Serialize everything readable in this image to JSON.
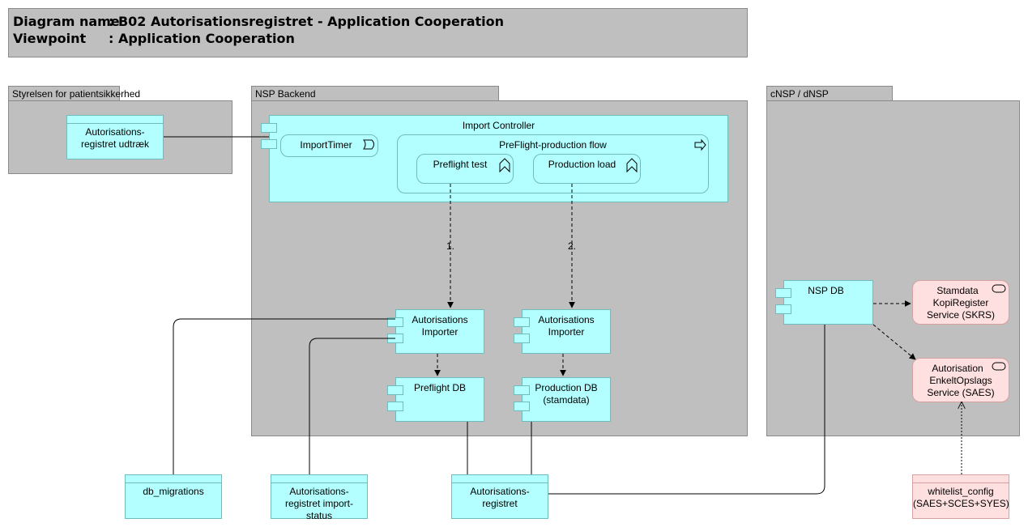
{
  "header": {
    "diagram_name_label": "Diagram name",
    "diagram_name_value": ": B02 Autorisationsregistret - Application Cooperation",
    "viewpoint_label": "Viewpoint",
    "viewpoint_value": ": Application Cooperation"
  },
  "groups": {
    "styrelsen": "Styrelsen for patientsikkerhed",
    "nsp_backend": "NSP Backend",
    "cnsp": "cNSP / dNSP"
  },
  "elements": {
    "udtraek_line1": "Autorisations-",
    "udtraek_line2": "registret udtræk",
    "import_controller": "Import Controller",
    "import_timer": "ImportTimer",
    "preflight_flow": "PreFlight-production flow",
    "preflight_test": "Preflight test",
    "production_load": "Production load",
    "edge1": "1.",
    "edge2": "2.",
    "aut_importer1_line1": "Autorisations",
    "aut_importer1_line2": "Importer",
    "aut_importer2_line1": "Autorisations",
    "aut_importer2_line2": "Importer",
    "preflight_db": "Preflight DB",
    "production_db_line1": "Production DB",
    "production_db_line2": "(stamdata)",
    "nsp_db": "NSP DB",
    "skrs_line1": "Stamdata",
    "skrs_line2": "KopiRegister",
    "skrs_line3": "Service (SKRS)",
    "saes_line1": "Autorisation",
    "saes_line2": "EnkeltOpslags",
    "saes_line3": "Service (SAES)",
    "db_migrations": "db_migrations",
    "import_status_line1": "Autorisations-",
    "import_status_line2": "registret import-",
    "import_status_line3": "status",
    "registret_line1": "Autorisations-",
    "registret_line2": "registret",
    "whitelist_line1": "whitelist_config",
    "whitelist_line2": "(SAES+SCES+SYES)"
  },
  "colors": {
    "group_gray": "#bfbfbf",
    "application_cyan": "#b3ffff",
    "service_pink": "#ffe0e0"
  }
}
